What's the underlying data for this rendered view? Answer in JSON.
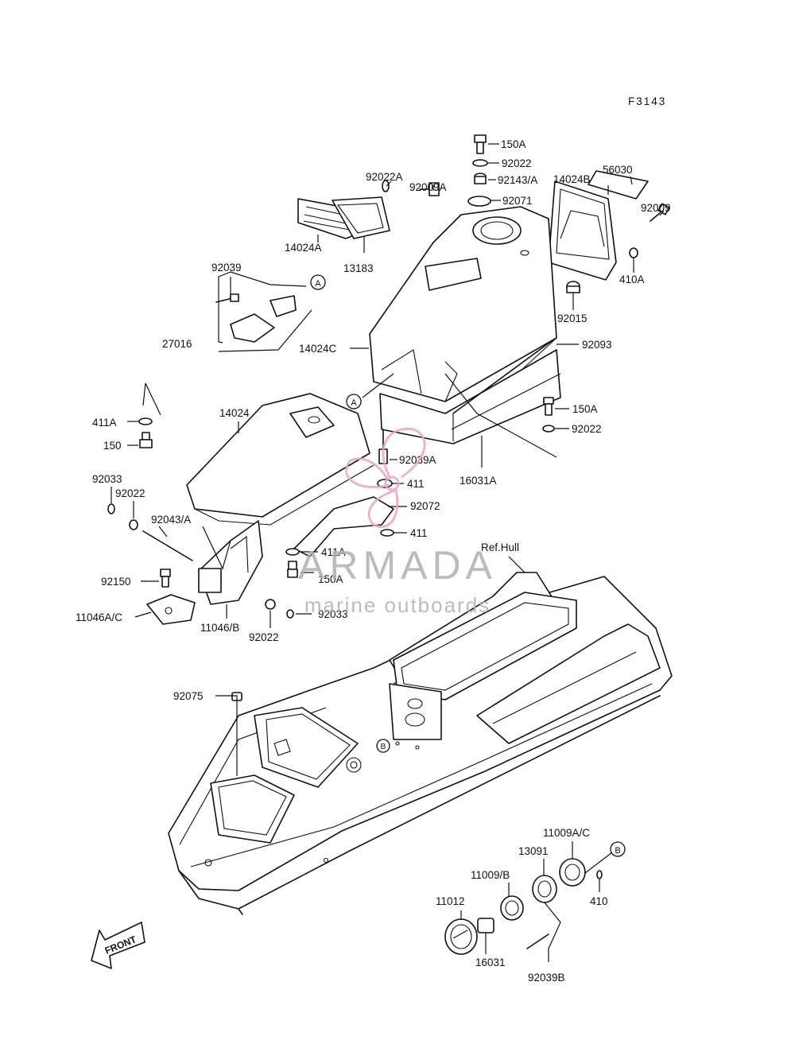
{
  "diagram_code": "F3143",
  "reference_label": "Ref.Hull",
  "front_label": "FRONT",
  "watermark": {
    "brand": "ARMADA",
    "tagline": "marine outboards",
    "brand_color": "#b0b0b0",
    "logo_color": "#e8a6c4"
  },
  "callouts": {
    "A": "A",
    "B": "B"
  },
  "parts": {
    "p150A_top": "150A",
    "p92022_top": "92022",
    "p92143A": "92143/A",
    "p92071": "92071",
    "p14024B": "14024B",
    "p56030": "56030",
    "p92009": "92009",
    "p410A": "410A",
    "p92015": "92015",
    "p92093": "92093",
    "p92022A": "92022A",
    "p92009A": "92009A",
    "p14024A": "14024A",
    "p13183": "13183",
    "p92039": "92039",
    "p27016": "27016",
    "p14024C": "14024C",
    "p150A_mid": "150A",
    "p92022_mid": "92022",
    "p16031A": "16031A",
    "p411A_left": "411A",
    "p150_left": "150",
    "p14024": "14024",
    "p92039A": "92039A",
    "p411_a": "411",
    "p92072": "92072",
    "p411_b": "411",
    "p92033_left": "92033",
    "p92022_left": "92022",
    "p92043A": "92043/A",
    "p411A_center": "411A",
    "p150A_center": "150A",
    "p92150": "92150",
    "p11046AC": "11046A/C",
    "p11046B": "11046/B",
    "p92022_bottom": "92022",
    "p92033_bottom": "92033",
    "p92075": "92075",
    "p11009AC": "11009A/C",
    "p13091": "13091",
    "p11009B": "11009/B",
    "p410": "410",
    "p11012": "11012",
    "p16031": "16031",
    "p92039B": "92039B"
  }
}
